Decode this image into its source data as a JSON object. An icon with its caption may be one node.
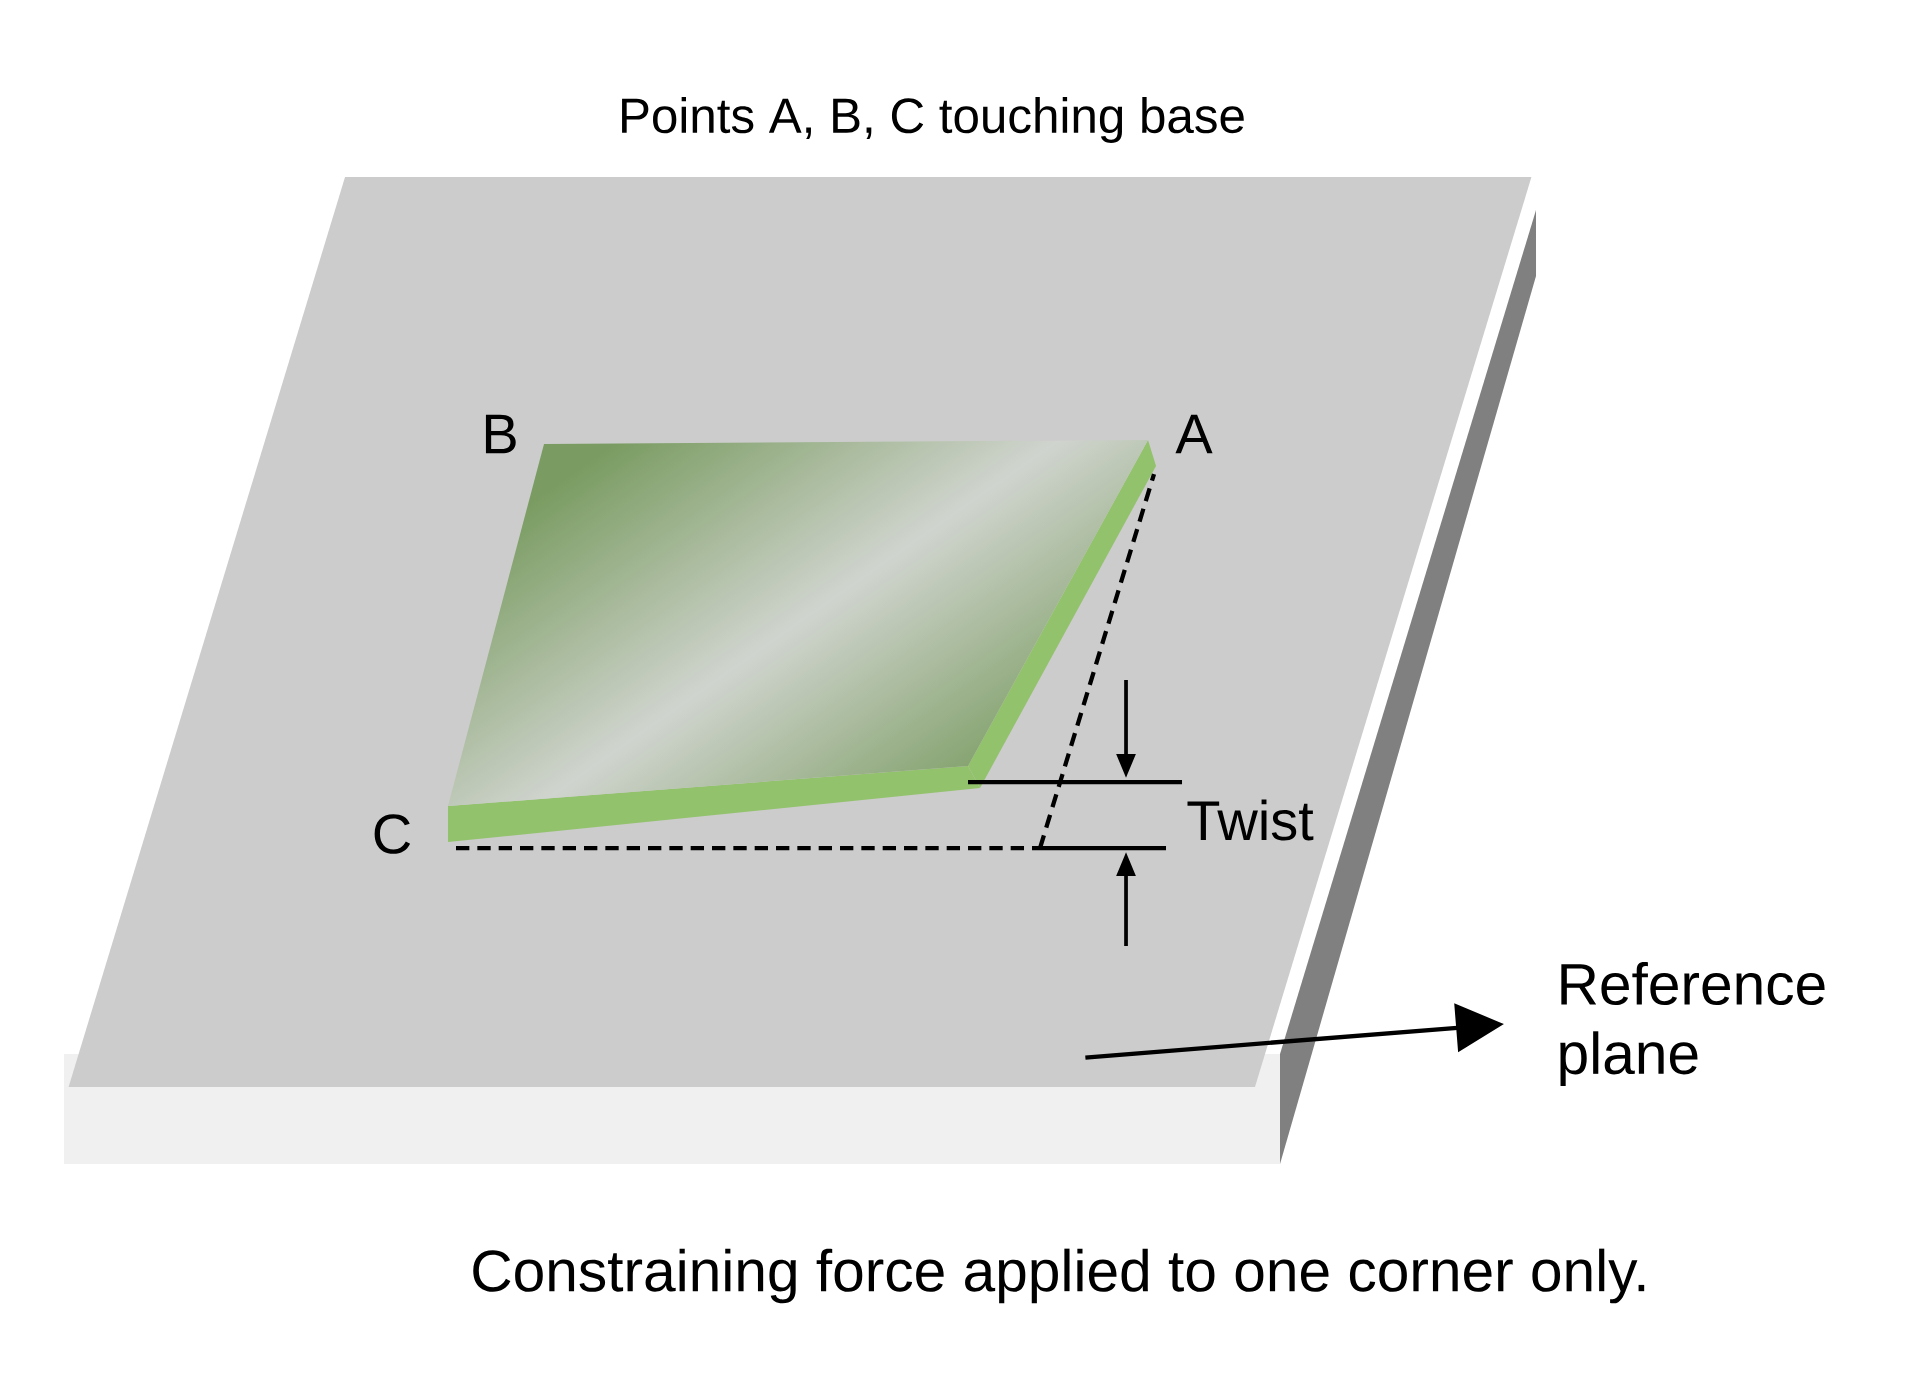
{
  "diagram": {
    "title": "Points A, B, C touching base",
    "caption": "Constraining force applied to one corner only.",
    "nodes": [
      {
        "text": [],
        "shape": "box"
      },
      {
        "text": [
          "Reference plane"
        ]
      }
    ],
    "edges": [
      {
        "from": 0,
        "to": 1,
        "arrow": "to"
      }
    ],
    "labels": [
      "B",
      "A",
      "C",
      "Twist"
    ]
  }
}
